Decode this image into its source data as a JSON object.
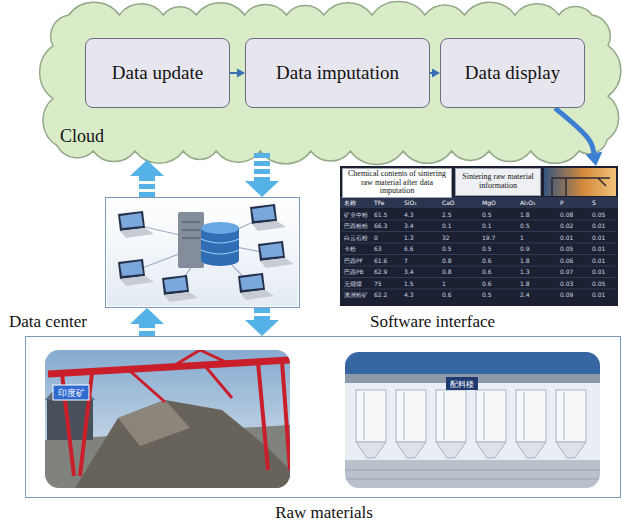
{
  "diagram": {
    "nodes": [
      {
        "text": [
          "Cloud"
        ]
      },
      {
        "text": [
          "Data update"
        ],
        "in": 0
      },
      {
        "text": [
          "Data imputation"
        ],
        "in": 0
      },
      {
        "text": [
          "Data display"
        ],
        "in": 0
      },
      {
        "text": [
          "Data center"
        ]
      },
      {
        "text": [
          "Chemical contents of sintering raw material after data imputation",
          "Sintering raw material information",
          "Software interface"
        ]
      },
      {
        "text": [
          "Raw materials"
        ]
      }
    ],
    "edges": [
      {
        "from": 1,
        "to": 2,
        "arrow": "to"
      },
      {
        "from": 2,
        "to": 3,
        "arrow": "to"
      },
      {
        "from": 3,
        "to": 5,
        "arrow": "to"
      },
      {
        "from": 4,
        "to": 0,
        "arrow": "to"
      },
      {
        "from": 0,
        "to": 4,
        "arrow": "to"
      },
      {
        "from": 6,
        "to": 4,
        "arrow": "to"
      },
      {
        "from": 4,
        "to": 6,
        "arrow": "to"
      }
    ],
    "labels": [
      "名称",
      "TFe",
      "SiO₂",
      "CaO",
      "MgO",
      "Al₂O₃",
      "P",
      "S",
      "矿业中粉",
      "61.5",
      "4.3",
      "2.5",
      "0.5",
      "1.8",
      "0.08",
      "0.05",
      "巴西粗粉",
      "66.3",
      "3.4",
      "0.1",
      "0.1",
      "0.5",
      "0.02",
      "0.01",
      "白云石粉",
      "0",
      "1.3",
      "32",
      "19.7",
      "1",
      "0.01",
      "0.01",
      "卡粉",
      "63",
      "6.6",
      "0.5",
      "0.5",
      "0.9",
      "0.05",
      "0.01",
      "巴西PF",
      "61.6",
      "7",
      "0.8",
      "0.6",
      "1.8",
      "0.06",
      "0.01",
      "巴西PB",
      "62.9",
      "3.4",
      "0.8",
      "0.6",
      "1.3",
      "0.07",
      "0.01",
      "无烟煤",
      "75",
      "1.5",
      "1",
      "0.6",
      "1.8",
      "0.03",
      "0.05",
      "澳洲粉矿",
      "62.2",
      "4.3",
      "0.6",
      "0.5",
      "2.4",
      "0.09",
      "0.01",
      "印度矿",
      "配料楼"
    ]
  }
}
